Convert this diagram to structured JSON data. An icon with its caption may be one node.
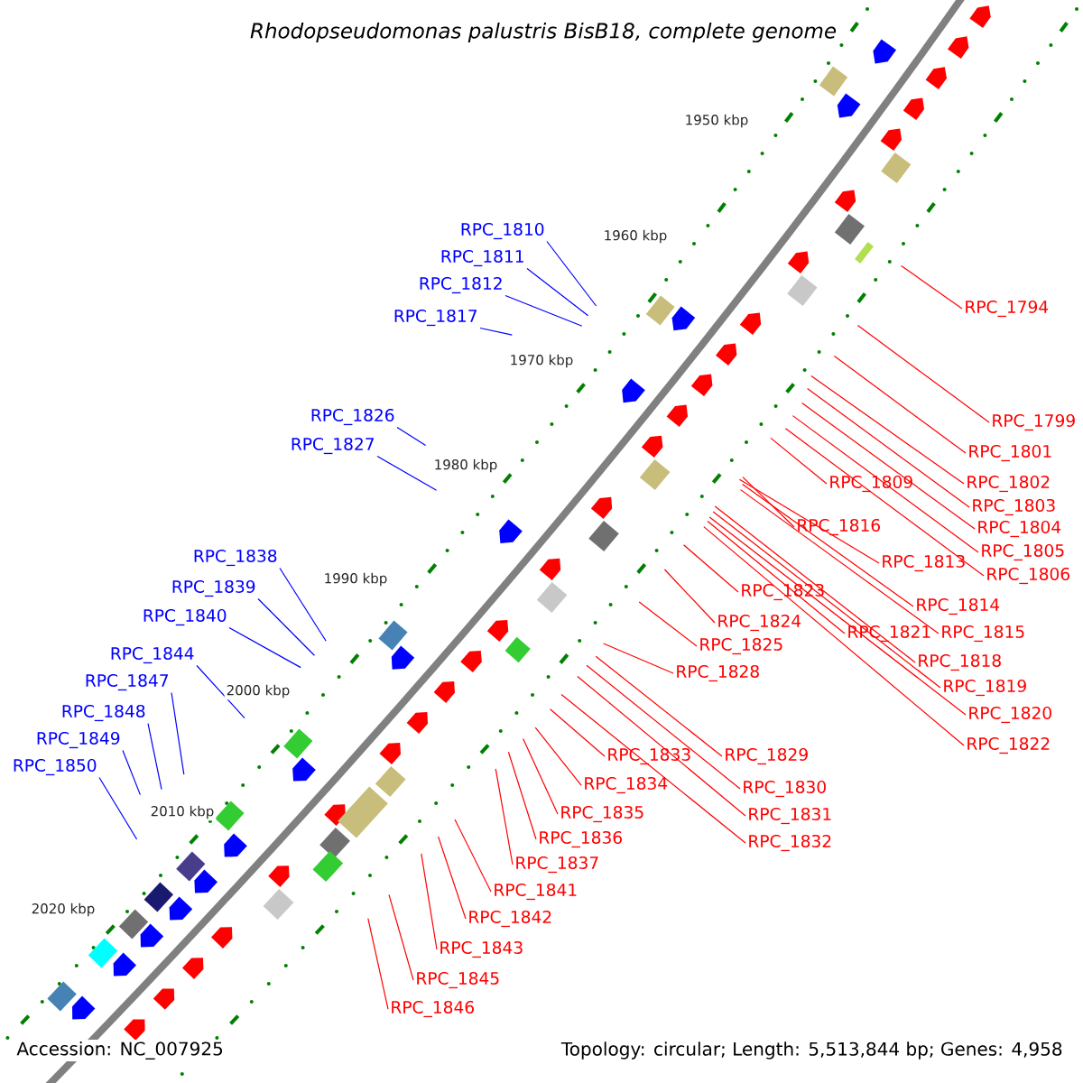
{
  "diagram": {
    "title": "Rhodopseudomonas palustris BisB18, complete genome",
    "nodes": [
      {
        "text": [
          "RPC_1810"
        ]
      },
      {
        "text": [
          "RPC_1811"
        ]
      },
      {
        "text": [
          "RPC_1812"
        ]
      },
      {
        "text": [
          "RPC_1794"
        ]
      },
      {
        "text": [
          "RPC_1817"
        ]
      },
      {
        "text": [
          "RPC_1826"
        ]
      },
      {
        "text": [
          "RPC_1799"
        ]
      },
      {
        "text": [
          "RPC_1827"
        ]
      },
      {
        "text": [
          "RPC_1801"
        ]
      },
      {
        "text": [
          "RPC_1802"
        ]
      },
      {
        "text": [
          "RPC_1809"
        ]
      },
      {
        "text": [
          "RPC_1803"
        ]
      },
      {
        "text": [
          "RPC_1816"
        ]
      },
      {
        "text": [
          "RPC_1804"
        ]
      },
      {
        "text": [
          "RPC_1805"
        ]
      },
      {
        "text": [
          "RPC_1838"
        ]
      },
      {
        "text": [
          "RPC_1813"
        ]
      },
      {
        "text": [
          "RPC_1806"
        ]
      },
      {
        "text": [
          "RPC_1839"
        ]
      },
      {
        "text": [
          "RPC_1823"
        ]
      },
      {
        "text": [
          "RPC_1814"
        ]
      },
      {
        "text": [
          "RPC_1840"
        ]
      },
      {
        "text": [
          "RPC_1824"
        ]
      },
      {
        "text": [
          "RPC_1815"
        ]
      },
      {
        "text": [
          "RPC_1821"
        ]
      },
      {
        "text": [
          "RPC_1825"
        ]
      },
      {
        "text": [
          "RPC_1844"
        ]
      },
      {
        "text": [
          "RPC_1818"
        ]
      },
      {
        "text": [
          "RPC_1828"
        ]
      },
      {
        "text": [
          "RPC_1847"
        ]
      },
      {
        "text": [
          "RPC_1819"
        ]
      },
      {
        "text": [
          "RPC_1848"
        ]
      },
      {
        "text": [
          "RPC_1820"
        ]
      },
      {
        "text": [
          "RPC_1849"
        ]
      },
      {
        "text": [
          "RPC_1822"
        ]
      },
      {
        "text": [
          "RPC_1829"
        ]
      },
      {
        "text": [
          "RPC_1833"
        ]
      },
      {
        "text": [
          "RPC_1850"
        ]
      },
      {
        "text": [
          "RPC_1834"
        ]
      },
      {
        "text": [
          "RPC_1830"
        ]
      },
      {
        "text": [
          "RPC_1835"
        ]
      },
      {
        "text": [
          "RPC_1831"
        ]
      },
      {
        "text": [
          "RPC_1836"
        ]
      },
      {
        "text": [
          "RPC_1832"
        ]
      },
      {
        "text": [
          "RPC_1837"
        ]
      },
      {
        "text": [
          "RPC_1841"
        ]
      },
      {
        "text": [
          "RPC_1842"
        ]
      },
      {
        "text": [
          "RPC_1843"
        ]
      },
      {
        "text": [
          "RPC_1845"
        ]
      },
      {
        "text": [
          "RPC_1846"
        ]
      }
    ],
    "edges": [
      {
        "from": 0,
        "to": null,
        "arrow": "none",
        "color": "#0000ff"
      },
      {
        "from": 1,
        "to": null,
        "arrow": "none",
        "color": "#0000ff"
      },
      {
        "from": 2,
        "to": null,
        "arrow": "none",
        "color": "#0000ff"
      },
      {
        "from": 3,
        "to": null,
        "arrow": "none"
      },
      {
        "from": 4,
        "to": null,
        "arrow": "none",
        "color": "#0000ff"
      },
      {
        "from": 5,
        "to": null,
        "arrow": "none",
        "color": "#0000ff"
      },
      {
        "from": 6,
        "to": null,
        "arrow": "none"
      },
      {
        "from": 7,
        "to": null,
        "arrow": "none",
        "color": "#0000ff"
      },
      {
        "from": 8,
        "to": null,
        "arrow": "none"
      },
      {
        "from": 9,
        "to": null,
        "arrow": "none"
      },
      {
        "from": 10,
        "to": null,
        "arrow": "none"
      },
      {
        "from": 11,
        "to": null,
        "arrow": "none"
      },
      {
        "from": 12,
        "to": null,
        "arrow": "none"
      },
      {
        "from": 13,
        "to": null,
        "arrow": "none"
      },
      {
        "from": 14,
        "to": null,
        "arrow": "none"
      },
      {
        "from": 15,
        "to": null,
        "arrow": "none",
        "color": "#0000ff"
      },
      {
        "from": 16,
        "to": null,
        "arrow": "none"
      },
      {
        "from": 17,
        "to": null,
        "arrow": "none"
      },
      {
        "from": 18,
        "to": null,
        "arrow": "none",
        "color": "#0000ff"
      },
      {
        "from": 19,
        "to": null,
        "arrow": "none"
      },
      {
        "from": 20,
        "to": null,
        "arrow": "none"
      },
      {
        "from": 21,
        "to": null,
        "arrow": "none",
        "color": "#0000ff"
      },
      {
        "from": 22,
        "to": null,
        "arrow": "none"
      },
      {
        "from": 23,
        "to": null,
        "arrow": "none"
      },
      {
        "from": 24,
        "to": null,
        "arrow": "none"
      },
      {
        "from": 25,
        "to": null,
        "arrow": "none"
      },
      {
        "from": 26,
        "to": null,
        "arrow": "none",
        "color": "#0000ff"
      },
      {
        "from": 27,
        "to": null,
        "arrow": "none"
      },
      {
        "from": 28,
        "to": null,
        "arrow": "none"
      },
      {
        "from": 29,
        "to": null,
        "arrow": "none",
        "color": "#0000ff"
      },
      {
        "from": 30,
        "to": null,
        "arrow": "none"
      },
      {
        "from": 31,
        "to": null,
        "arrow": "none",
        "color": "#0000ff"
      },
      {
        "from": 32,
        "to": null,
        "arrow": "none"
      },
      {
        "from": 33,
        "to": null,
        "arrow": "none",
        "color": "#0000ff"
      },
      {
        "from": 34,
        "to": null,
        "arrow": "none"
      },
      {
        "from": 35,
        "to": null,
        "arrow": "none"
      },
      {
        "from": 36,
        "to": null,
        "arrow": "none"
      },
      {
        "from": 37,
        "to": null,
        "arrow": "none",
        "color": "#0000ff"
      },
      {
        "from": 38,
        "to": null,
        "arrow": "none"
      },
      {
        "from": 39,
        "to": null,
        "arrow": "none"
      },
      {
        "from": 40,
        "to": null,
        "arrow": "none"
      },
      {
        "from": 41,
        "to": null,
        "arrow": "none"
      },
      {
        "from": 42,
        "to": null,
        "arrow": "none"
      },
      {
        "from": 43,
        "to": null,
        "arrow": "none"
      },
      {
        "from": 44,
        "to": null,
        "arrow": "none"
      },
      {
        "from": 45,
        "to": null,
        "arrow": "none"
      },
      {
        "from": 46,
        "to": null,
        "arrow": "none"
      },
      {
        "from": 47,
        "to": null,
        "arrow": "none"
      },
      {
        "from": 48,
        "to": null,
        "arrow": "none"
      },
      {
        "from": 49,
        "to": null,
        "arrow": "none"
      }
    ],
    "labels": [
      "1950 kbp",
      "1960 kbp",
      "1970 kbp",
      "1980 kbp",
      "1990 kbp",
      "2000 kbp",
      "2010 kbp",
      "2020 kbp",
      "Accession: NC_007925",
      "Topology: circular; Length: 5,513,844 bp; Genes: 4,958"
    ]
  }
}
